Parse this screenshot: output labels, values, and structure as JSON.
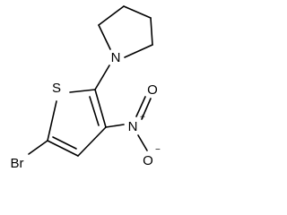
{
  "molecule": {
    "atoms": {
      "S": "S",
      "Br": "Br",
      "N_pyrrolidine": "N",
      "N_nitro": "N",
      "O_top": "O",
      "O_bottom": "O"
    },
    "charges": {
      "N_nitro": "+",
      "O_bottom": "−"
    }
  }
}
